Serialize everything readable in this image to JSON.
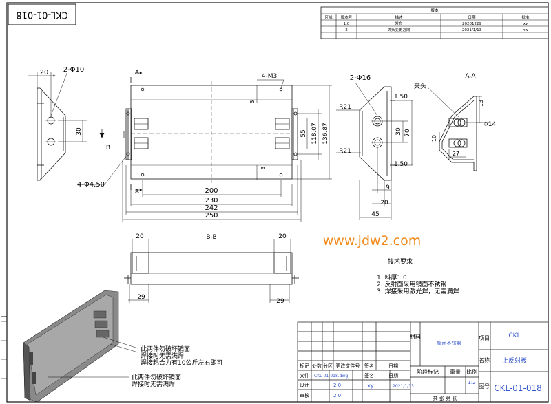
{
  "drawing_no_rotated": "CKL-01-018",
  "revision_table": {
    "title": "版本",
    "headers": [
      "区域",
      "版本号",
      "描述",
      "日期",
      "批准"
    ],
    "rows": [
      [
        "",
        "1.0",
        "发布",
        "20201229",
        "xy"
      ],
      [
        "",
        "2",
        "夹头变更方向",
        "2021/1/13",
        "hw"
      ]
    ]
  },
  "watermark": "www.jdw2.com",
  "tech_req": {
    "title": "技术要求",
    "items": [
      "1.   料厚1.0",
      "2.   反射面采用镜面不锈钢",
      "3.   焊接采用激光焊，无需满焊"
    ]
  },
  "views": {
    "section_aa": "A-A",
    "section_bb": "B-B",
    "clamp": "夹头",
    "arrow_a": "A",
    "arrow_b": "B"
  },
  "dims": {
    "left": {
      "w20": "20",
      "hole": "2-Φ10",
      "d30": "30",
      "hole4": "4-Φ4.50"
    },
    "front": {
      "m3": "4-M3",
      "d3a": "3",
      "d3b": "3",
      "d55": "55",
      "d118": "118.07",
      "d136": "136.87",
      "d200": "200",
      "d230": "230",
      "d242": "242",
      "d250": "250"
    },
    "side": {
      "hole16": "2-Φ16",
      "r21a": "R21",
      "r21b": "R21",
      "d150a": "1.50",
      "d150b": "1.50",
      "d30": "30",
      "d70": "70",
      "d9": "9",
      "d20": "20",
      "d45": "45"
    },
    "aa": {
      "d14": "Φ14",
      "d13": "13",
      "d10": "10",
      "d27": "27"
    },
    "bb": {
      "d20a": "20",
      "d20b": "20",
      "d29a": "29",
      "d29b": "29"
    }
  },
  "notes": {
    "note1": [
      "此两件勿破坏镜面",
      "焊接时无需满焊",
      "焊接粘合力有10公斤左右即可"
    ],
    "note2": [
      "此两件勿破坏镜面",
      "焊接时无需满焊"
    ]
  },
  "title_block": {
    "material_label": "材料",
    "material": "镜面不锈钢",
    "project_label": "项目",
    "project": "CKL",
    "name_label": "名称",
    "name": "上反射板",
    "drawing_label": "图号",
    "drawing_no": "CKL-01-018",
    "row_headers": [
      "标记",
      "处数",
      "分区",
      "更改文件号",
      "签名",
      "日期"
    ],
    "file_label": "文件",
    "file_value": "CKL-01-018.dwg",
    "sign_label": "签名",
    "date_label": "日期",
    "design_label": "设计",
    "design_version": "2.0",
    "designer": "xy",
    "design_date": "2021/1/13",
    "check_label": "审核",
    "check_version": "2.0",
    "stage_label": "阶段标记",
    "weight_label": "重量",
    "scale_label": "比例",
    "scale": "1:2",
    "sheet_text": "共    张    第    张"
  }
}
